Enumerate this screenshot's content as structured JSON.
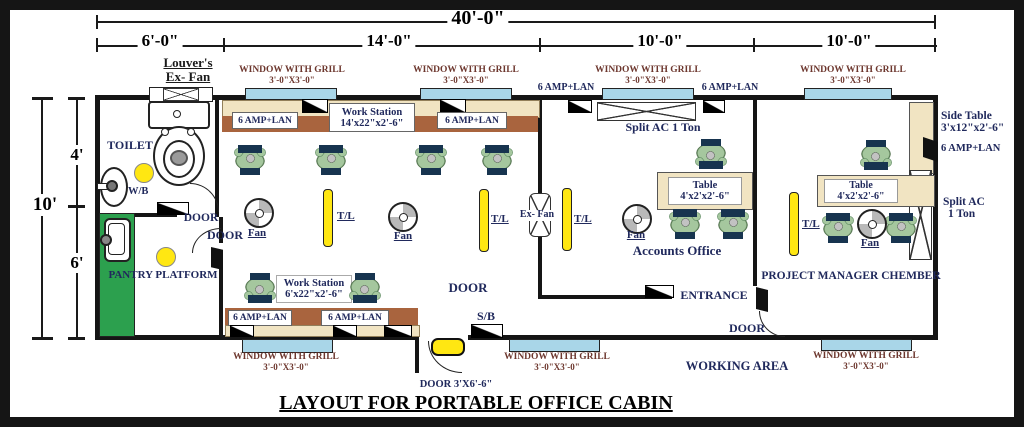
{
  "title": "LAYOUT FOR PORTABLE OFFICE CABIN",
  "dims": {
    "overall_w": "40'-0\"",
    "w1": "6'-0\"",
    "w2": "14'-0\"",
    "w3": "10'-0\"",
    "w4": "10'-0\"",
    "overall_h": "10'",
    "h1": "4'",
    "h2": "6'"
  },
  "labels": {
    "louvers": "Louver's",
    "louvers_fan": "Ex- Fan",
    "window_grill": "WINDOW WITH GRILL",
    "window_size": "3'-0\"X3'-0\"",
    "amp_lan": "6 AMP+LAN",
    "work_station": "Work Station",
    "ws_top_size": "14'x22\"x2'-6\"",
    "ws_bottom_size": "6'x22\"x2'-6\"",
    "split_ac_1ton": "Split AC 1 Ton",
    "split_ac": "Split AC",
    "one_ton": "1 Ton",
    "table": "Table",
    "table_size": "4'x2'x2'-6\"",
    "side_table": "Side Table",
    "side_table_size": "3'x12\"x2'-6\"",
    "toilet": "TOILET",
    "wb": "W/B",
    "door": "DOOR",
    "door_main": "DOOR 3'X6'-6\"",
    "sb": "S/B",
    "pantry": "PANTRY PLATFORM",
    "fan": "Fan",
    "ex_fan": "Ex- Fan",
    "tl": "T/L",
    "accounts": "Accounts Office",
    "pm_chamber": "PROJECT MANAGER CHEMBER",
    "entrance": "ENTRANCE",
    "working_area": "WORKING AREA"
  },
  "colors": {
    "window": "#a9d6e8",
    "desk_tan": "#f1e4c2",
    "desk_brown": "#a9643e",
    "pantry_green": "#2ca04e",
    "light_yellow": "#ffe712",
    "chair_navy": "#17344f",
    "chair_green": "#a5c79e",
    "label_navy": "#20295c",
    "label_maroon": "#6d372e"
  }
}
